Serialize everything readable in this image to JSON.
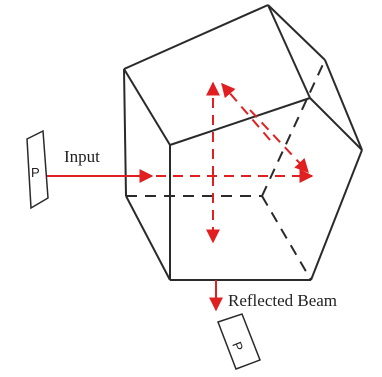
{
  "diagram": {
    "labels": {
      "input": "Input",
      "reflected": "Reflected Beam",
      "polarizer_input": "P",
      "polarizer_output": "P"
    },
    "colors": {
      "edge": "#2a2a2a",
      "beam": "#e02020",
      "text": "#222222"
    }
  }
}
